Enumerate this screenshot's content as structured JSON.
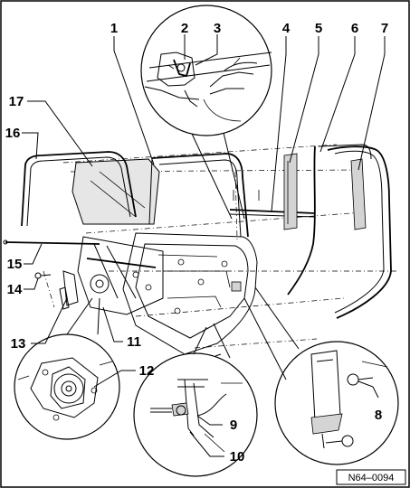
{
  "diagram": {
    "reference_code": "N64–0094",
    "callouts": [
      {
        "id": "c1",
        "label": "1"
      },
      {
        "id": "c2",
        "label": "2"
      },
      {
        "id": "c3",
        "label": "3"
      },
      {
        "id": "c4",
        "label": "4"
      },
      {
        "id": "c5",
        "label": "5"
      },
      {
        "id": "c6",
        "label": "6"
      },
      {
        "id": "c7",
        "label": "7"
      },
      {
        "id": "c8",
        "label": "8"
      },
      {
        "id": "c9",
        "label": "9"
      },
      {
        "id": "c10",
        "label": "10"
      },
      {
        "id": "c11",
        "label": "11"
      },
      {
        "id": "c12",
        "label": "12"
      },
      {
        "id": "c13",
        "label": "13"
      },
      {
        "id": "c14",
        "label": "14"
      },
      {
        "id": "c15",
        "label": "15"
      },
      {
        "id": "c16",
        "label": "16"
      },
      {
        "id": "c17",
        "label": "17"
      }
    ]
  }
}
